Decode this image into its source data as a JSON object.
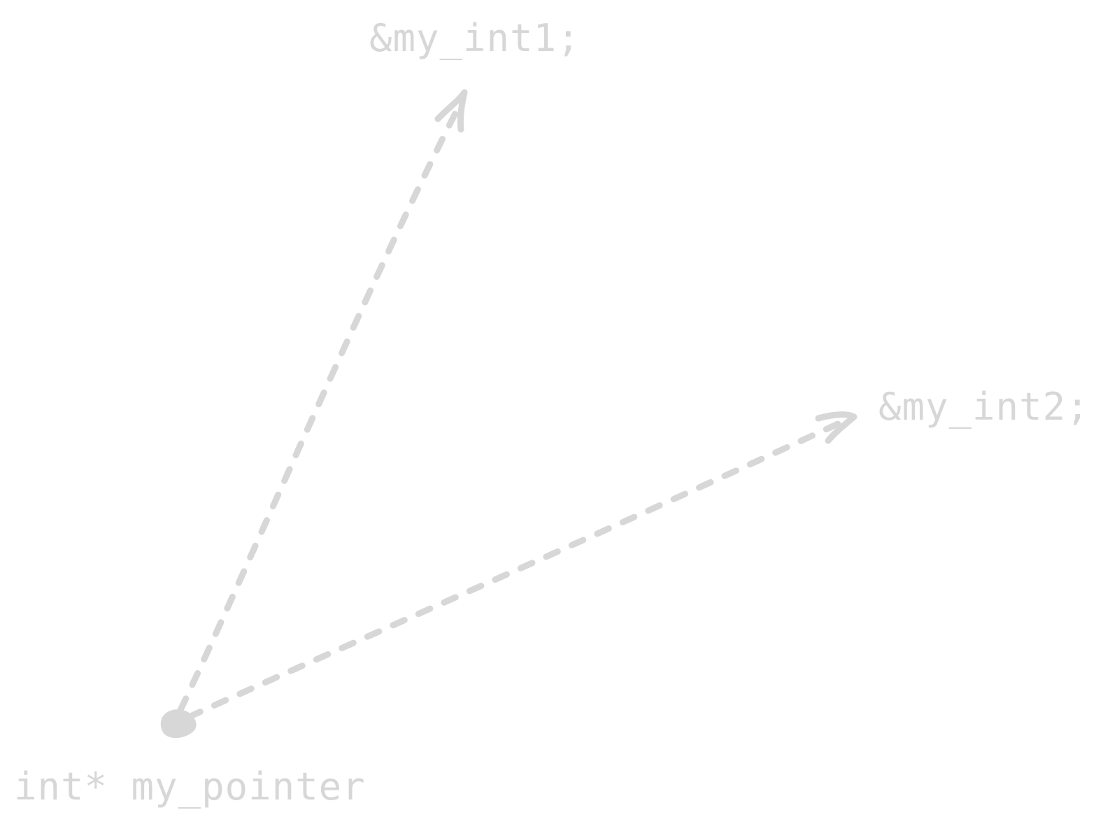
{
  "diagram": {
    "source": {
      "label": "int* my_pointer"
    },
    "targets": [
      {
        "label": "&my_int1;"
      },
      {
        "label": "&my_int2;"
      }
    ],
    "edges": [
      {
        "from": "source",
        "to": "targets.0",
        "style": "dashed-arrow"
      },
      {
        "from": "source",
        "to": "targets.1",
        "style": "dashed-arrow"
      }
    ],
    "colors": {
      "stroke": "#d7d7d7",
      "text": "#d7d7d7",
      "background": "#ffffff"
    }
  }
}
